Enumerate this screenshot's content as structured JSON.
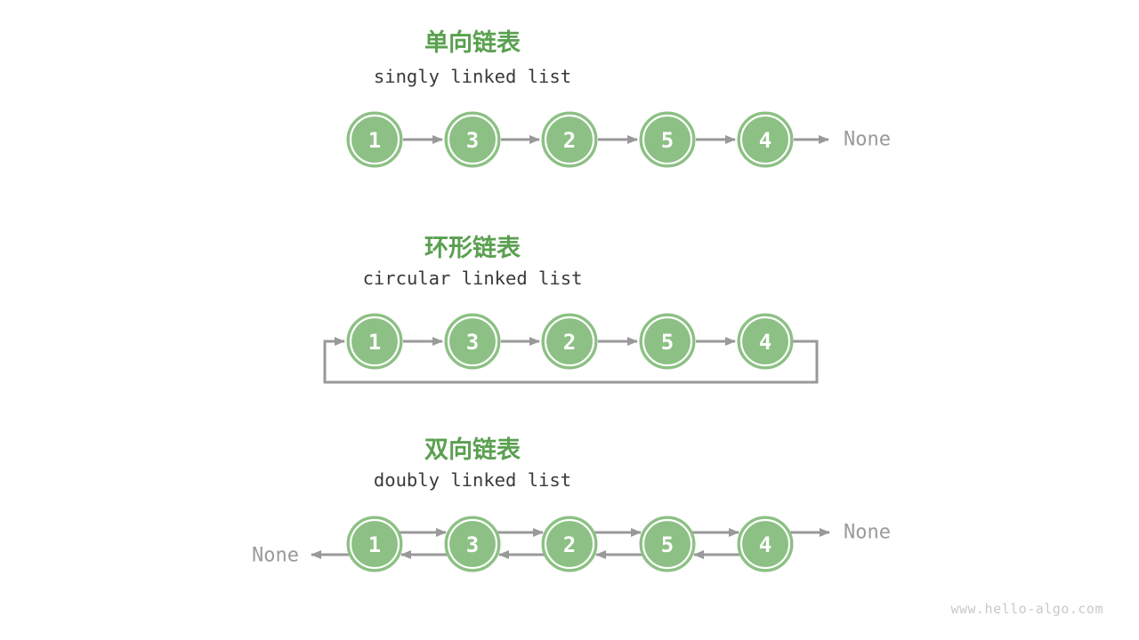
{
  "page": {
    "watermark": "www.hello-algo.com",
    "background": "#ffffff"
  },
  "colors": {
    "title_green": "#5aa050",
    "node_fill": "#8cc084",
    "node_ring": "#ffffff",
    "node_text": "#ffffff",
    "arrow_gray": "#999999",
    "label_gray": "#9a9a9a",
    "subtitle_dark": "#3a3a3a",
    "watermark_gray": "#c9c9c9"
  },
  "sections": [
    {
      "type": "singly",
      "title": "单向链表",
      "subtitle": "singly linked list",
      "nodes": [
        "1",
        "3",
        "2",
        "5",
        "4"
      ],
      "tail_label": "None"
    },
    {
      "type": "circular",
      "title": "环形链表",
      "subtitle": "circular linked list",
      "nodes": [
        "1",
        "3",
        "2",
        "5",
        "4"
      ]
    },
    {
      "type": "doubly",
      "title": "双向链表",
      "subtitle": "doubly linked list",
      "nodes": [
        "1",
        "3",
        "2",
        "5",
        "4"
      ],
      "head_label": "None",
      "tail_label": "None"
    }
  ]
}
